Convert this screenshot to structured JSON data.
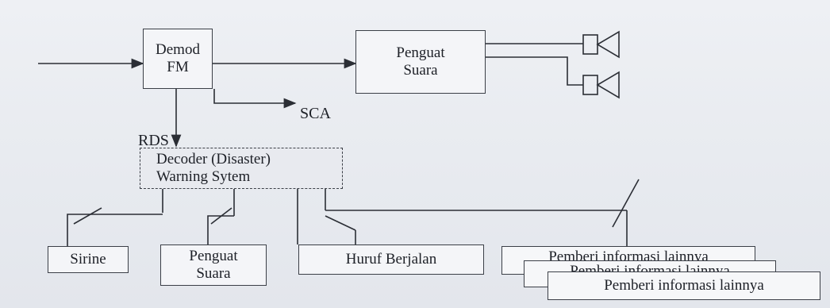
{
  "blocks": {
    "demod": [
      "Demod",
      "FM"
    ],
    "amplifier_main": [
      "Penguat",
      "Suara"
    ],
    "decoder": [
      "Decoder (Disaster)",
      "Warning Sytem"
    ],
    "siren": "Sirine",
    "amplifier_out": [
      "Penguat",
      "Suara"
    ],
    "running_text": "Huruf Berjalan",
    "other_info": [
      "Pemberi informasi lainnya",
      "Pemberi informasi lainnya",
      "Pemberi informasi lainnya"
    ]
  },
  "labels": {
    "sca": "SCA",
    "rds": "RDS"
  }
}
